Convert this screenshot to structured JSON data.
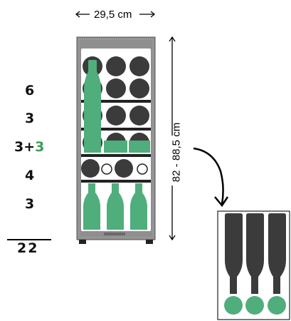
{
  "dimensions": {
    "width_label": "29,5 cm",
    "height_label": "82 - 88,5 cm"
  },
  "capacity": {
    "rows": [
      {
        "base": "6"
      },
      {
        "base": "3"
      },
      {
        "base": "3+",
        "extra": "3"
      },
      {
        "base": "4"
      },
      {
        "base": "3"
      }
    ],
    "total": "22"
  },
  "colors": {
    "bottle_green": "#4fae7b",
    "bottle_dark": "#3b3b3b",
    "frame_outer": "#8f8f8f",
    "highlight_green": "#3c9d57"
  },
  "icons": [
    "wine-cooler-illustration",
    "bottle-icon",
    "curved-arrow-icon",
    "detail-inset-illustration"
  ]
}
